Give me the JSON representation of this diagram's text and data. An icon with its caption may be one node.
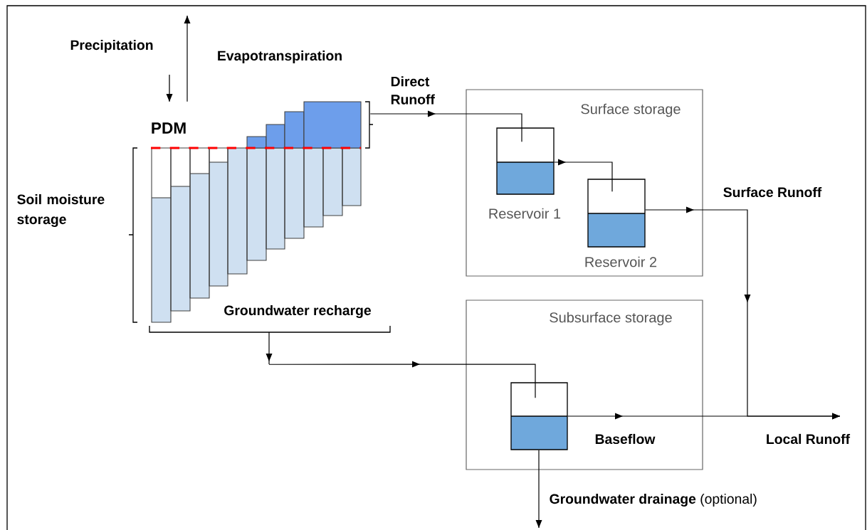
{
  "diagram": {
    "nodes": [
      {
        "text": [],
        "shape": "picture"
      },
      {
        "text": [
          "Surface storage"
        ]
      },
      {
        "text": [
          "Reservoir 1"
        ],
        "in": 1
      },
      {
        "text": [
          "Reservoir 2"
        ],
        "in": 1
      },
      {
        "text": [
          "Subsurface storage"
        ]
      },
      {
        "text": [],
        "shape": "box",
        "in": 4
      }
    ],
    "edges": [
      {
        "from": null,
        "to": 0,
        "arrow": "to",
        "label": "Precipitation"
      },
      {
        "from": 0,
        "to": null,
        "arrow": "to",
        "label": "Evapotranspiration"
      },
      {
        "from": 0,
        "to": 2,
        "arrow": "to",
        "label": "Direct Runoff"
      },
      {
        "from": 2,
        "to": 3,
        "arrow": "to"
      },
      {
        "from": 3,
        "to": null,
        "arrow": "to",
        "label": "Surface Runoff"
      },
      {
        "from": 0,
        "to": 5,
        "arrow": "to",
        "label": "Groundwater recharge"
      },
      {
        "from": 5,
        "to": null,
        "arrow": "to",
        "label": "Baseflow"
      },
      {
        "from": 5,
        "to": null,
        "arrow": "to",
        "label": "**Groundwater drainage** (optional)"
      }
    ],
    "labels": [
      "PDM",
      "Soil moisture storage",
      "Local Runoff"
    ]
  }
}
